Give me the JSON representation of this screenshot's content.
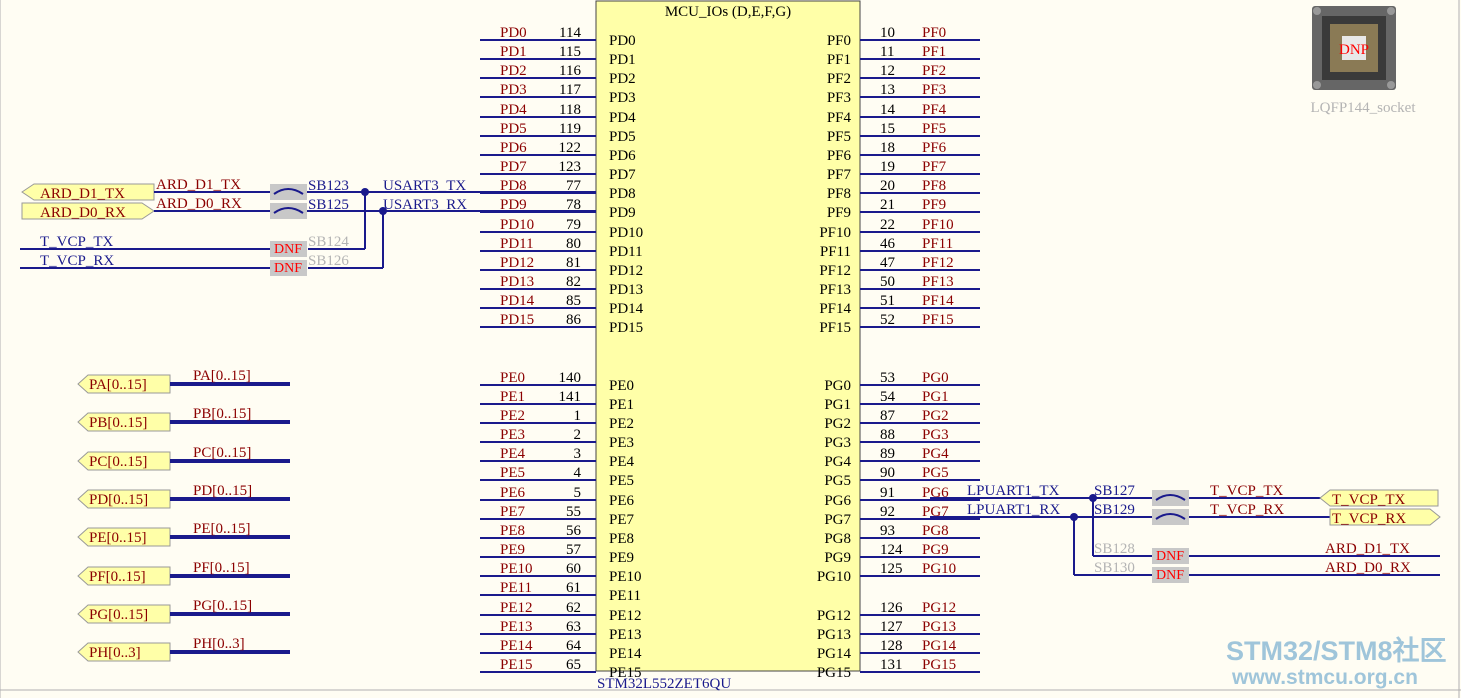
{
  "mcu": {
    "title": "MCU_IOs (D,E,F,G)",
    "part_number": "STM32L552ZET6QU",
    "fill": "#ffffa8",
    "left_pins": [
      {
        "pin": "PD0",
        "num": "114",
        "net": "PD0"
      },
      {
        "pin": "PD1",
        "num": "115",
        "net": "PD1"
      },
      {
        "pin": "PD2",
        "num": "116",
        "net": "PD2"
      },
      {
        "pin": "PD3",
        "num": "117",
        "net": "PD3"
      },
      {
        "pin": "PD4",
        "num": "118",
        "net": "PD4"
      },
      {
        "pin": "PD5",
        "num": "119",
        "net": "PD5"
      },
      {
        "pin": "PD6",
        "num": "122",
        "net": "PD6"
      },
      {
        "pin": "PD7",
        "num": "123",
        "net": "PD7"
      },
      {
        "pin": "PD8",
        "num": "77",
        "net": "PD8"
      },
      {
        "pin": "PD9",
        "num": "78",
        "net": "PD9"
      },
      {
        "pin": "PD10",
        "num": "79",
        "net": "PD10"
      },
      {
        "pin": "PD11",
        "num": "80",
        "net": "PD11"
      },
      {
        "pin": "PD12",
        "num": "81",
        "net": "PD12"
      },
      {
        "pin": "PD13",
        "num": "82",
        "net": "PD13"
      },
      {
        "pin": "PD14",
        "num": "85",
        "net": "PD14"
      },
      {
        "pin": "PD15",
        "num": "86",
        "net": "PD15"
      },
      {
        "pin": "PE0",
        "num": "140",
        "net": "PE0"
      },
      {
        "pin": "PE1",
        "num": "141",
        "net": "PE1"
      },
      {
        "pin": "PE2",
        "num": "1",
        "net": "PE2"
      },
      {
        "pin": "PE3",
        "num": "2",
        "net": "PE3"
      },
      {
        "pin": "PE4",
        "num": "3",
        "net": "PE4"
      },
      {
        "pin": "PE5",
        "num": "4",
        "net": "PE5"
      },
      {
        "pin": "PE6",
        "num": "5",
        "net": "PE6"
      },
      {
        "pin": "PE7",
        "num": "55",
        "net": "PE7"
      },
      {
        "pin": "PE8",
        "num": "56",
        "net": "PE8"
      },
      {
        "pin": "PE9",
        "num": "57",
        "net": "PE9"
      },
      {
        "pin": "PE10",
        "num": "60",
        "net": "PE10"
      },
      {
        "pin": "PE11",
        "num": "61",
        "net": "PE11"
      },
      {
        "pin": "PE12",
        "num": "62",
        "net": "PE12"
      },
      {
        "pin": "PE13",
        "num": "63",
        "net": "PE13"
      },
      {
        "pin": "PE14",
        "num": "64",
        "net": "PE14"
      },
      {
        "pin": "PE15",
        "num": "65",
        "net": "PE15"
      }
    ],
    "right_pins": [
      {
        "pin": "PF0",
        "num": "10",
        "net": "PF0"
      },
      {
        "pin": "PF1",
        "num": "11",
        "net": "PF1"
      },
      {
        "pin": "PF2",
        "num": "12",
        "net": "PF2"
      },
      {
        "pin": "PF3",
        "num": "13",
        "net": "PF3"
      },
      {
        "pin": "PF4",
        "num": "14",
        "net": "PF4"
      },
      {
        "pin": "PF5",
        "num": "15",
        "net": "PF5"
      },
      {
        "pin": "PF6",
        "num": "18",
        "net": "PF6"
      },
      {
        "pin": "PF7",
        "num": "19",
        "net": "PF7"
      },
      {
        "pin": "PF8",
        "num": "20",
        "net": "PF8"
      },
      {
        "pin": "PF9",
        "num": "21",
        "net": "PF9"
      },
      {
        "pin": "PF10",
        "num": "22",
        "net": "PF10"
      },
      {
        "pin": "PF11",
        "num": "46",
        "net": "PF11"
      },
      {
        "pin": "PF12",
        "num": "47",
        "net": "PF12"
      },
      {
        "pin": "PF13",
        "num": "50",
        "net": "PF13"
      },
      {
        "pin": "PF14",
        "num": "51",
        "net": "PF14"
      },
      {
        "pin": "PF15",
        "num": "52",
        "net": "PF15"
      },
      {
        "pin": "PG0",
        "num": "53",
        "net": "PG0"
      },
      {
        "pin": "PG1",
        "num": "54",
        "net": "PG1"
      },
      {
        "pin": "PG2",
        "num": "87",
        "net": "PG2"
      },
      {
        "pin": "PG3",
        "num": "88",
        "net": "PG3"
      },
      {
        "pin": "PG4",
        "num": "89",
        "net": "PG4"
      },
      {
        "pin": "PG5",
        "num": "90",
        "net": "PG5"
      },
      {
        "pin": "PG6",
        "num": "91",
        "net": "PG6"
      },
      {
        "pin": "PG7",
        "num": "92",
        "net": "PG7"
      },
      {
        "pin": "PG8",
        "num": "93",
        "net": "PG8"
      },
      {
        "pin": "PG9",
        "num": "124",
        "net": "PG9"
      },
      {
        "pin": "PG10",
        "num": "125",
        "net": "PG10"
      },
      {
        "pin": "PG12",
        "num": "126",
        "net": "PG12"
      },
      {
        "pin": "PG13",
        "num": "127",
        "net": "PG13"
      },
      {
        "pin": "PG14",
        "num": "128",
        "net": "PG14"
      },
      {
        "pin": "PG15",
        "num": "131",
        "net": "PG15"
      }
    ]
  },
  "usart3": {
    "tx_net": "USART3_TX",
    "rx_net": "USART3_RX",
    "ard_tx_net": "ARD_D1_TX",
    "ard_rx_net": "ARD_D0_RX",
    "ard_tx_port": "ARD_D1_TX",
    "ard_rx_port": "ARD_D0_RX",
    "vcp_tx_net": "T_VCP_TX",
    "vcp_rx_net": "T_VCP_RX",
    "sb_tx": "SB123",
    "sb_rx": "SB125",
    "sb_vcp_tx": "SB124",
    "sb_vcp_rx": "SB126",
    "dnf": "DNF"
  },
  "lpuart1": {
    "tx_net": "LPUART1_TX",
    "rx_net": "LPUART1_RX",
    "sb_tx": "SB127",
    "sb_rx": "SB129",
    "sb_ard_tx": "SB128",
    "sb_ard_rx": "SB130",
    "vcp_tx_net": "T_VCP_TX",
    "vcp_rx_net": "T_VCP_RX",
    "vcp_tx_port": "T_VCP_TX",
    "vcp_rx_port": "T_VCP_RX",
    "ard_tx_net": "ARD_D1_TX",
    "ard_rx_net": "ARD_D0_RX",
    "dnf": "DNF"
  },
  "buses": [
    {
      "port": "PA[0..15]",
      "net": "PA[0..15]"
    },
    {
      "port": "PB[0..15]",
      "net": "PB[0..15]"
    },
    {
      "port": "PC[0..15]",
      "net": "PC[0..15]"
    },
    {
      "port": "PD[0..15]",
      "net": "PD[0..15]"
    },
    {
      "port": "PE[0..15]",
      "net": "PE[0..15]"
    },
    {
      "port": "PF[0..15]",
      "net": "PF[0..15]"
    },
    {
      "port": "PG[0..15]",
      "net": "PG[0..15]"
    },
    {
      "port": "PH[0..3]",
      "net": "PH[0..3]"
    }
  ],
  "socket": {
    "label": "LQFP144_socket",
    "dnp": "DNP"
  },
  "watermark": {
    "line1": "STM32/STM8社区",
    "line2": "www.stmcu.org.cn"
  },
  "colors": {
    "wire": "#1a1a8c",
    "net_label": "#8b0000",
    "pin_text": "#000000",
    "dnf_bg": "#c8c8c8",
    "dnf_text": "#ff0000",
    "greyed": "#b4b4b4",
    "port_fill": "#ffffa8"
  }
}
